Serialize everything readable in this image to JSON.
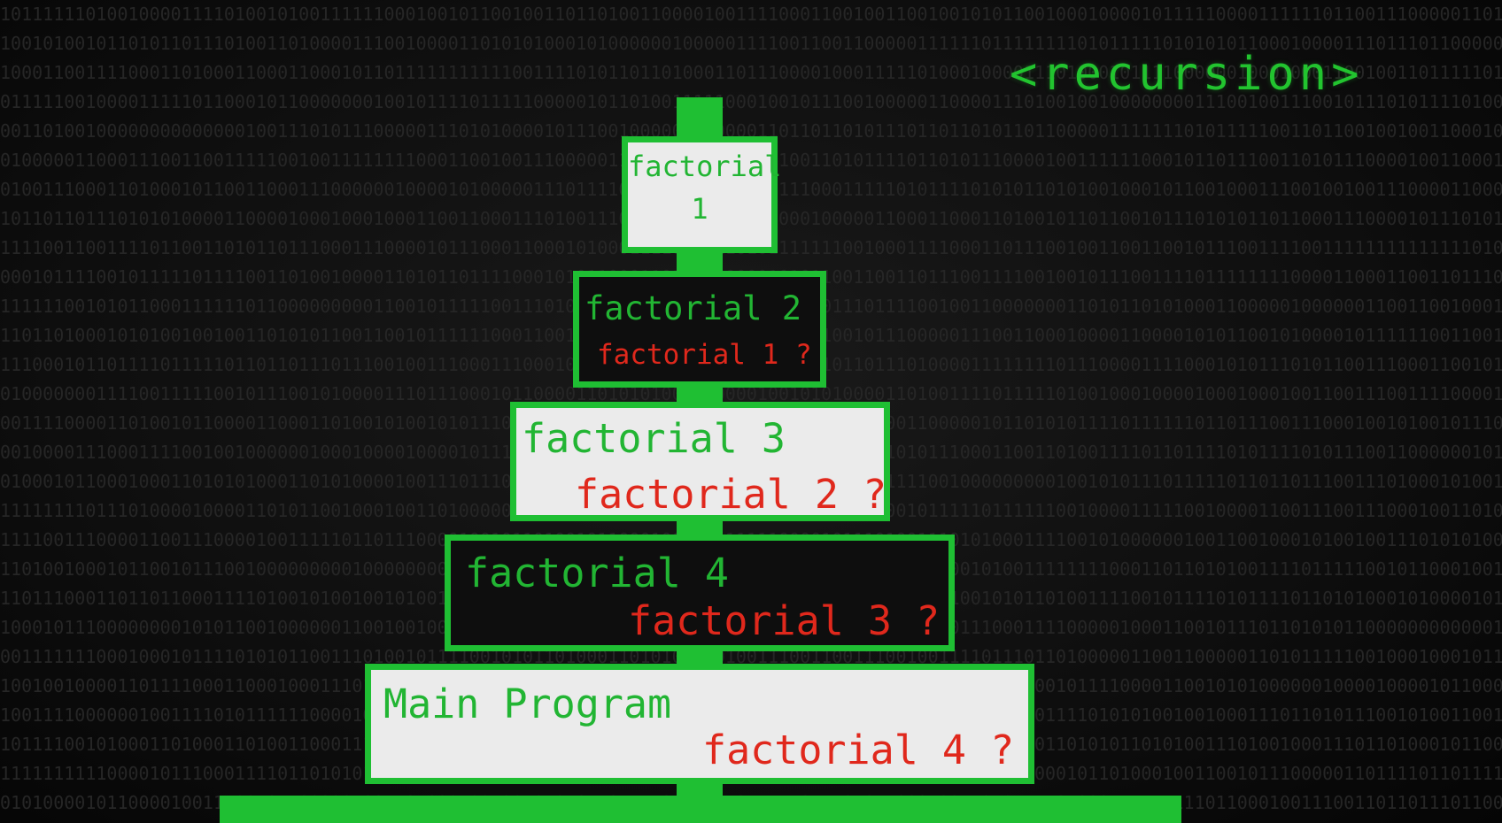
{
  "header": {
    "tag": "<recursion>"
  },
  "stack": {
    "frame1": {
      "title_line1": "factorial",
      "title_line2": "1"
    },
    "frame2": {
      "title": "factorial 2",
      "call": "factorial 1 ?"
    },
    "frame3": {
      "title": "factorial 3",
      "call": "factorial 2 ?"
    },
    "frame4": {
      "title": "factorial 4",
      "call": "factorial 3 ?"
    },
    "main": {
      "title": "Main Program",
      "call": "factorial 4 ?"
    }
  },
  "colors": {
    "accent_green": "#1fbf33",
    "text_green": "#22b533",
    "call_red": "#e0281c",
    "light_frame": "#ebebeb",
    "dark_frame": "#0e0e0e"
  }
}
